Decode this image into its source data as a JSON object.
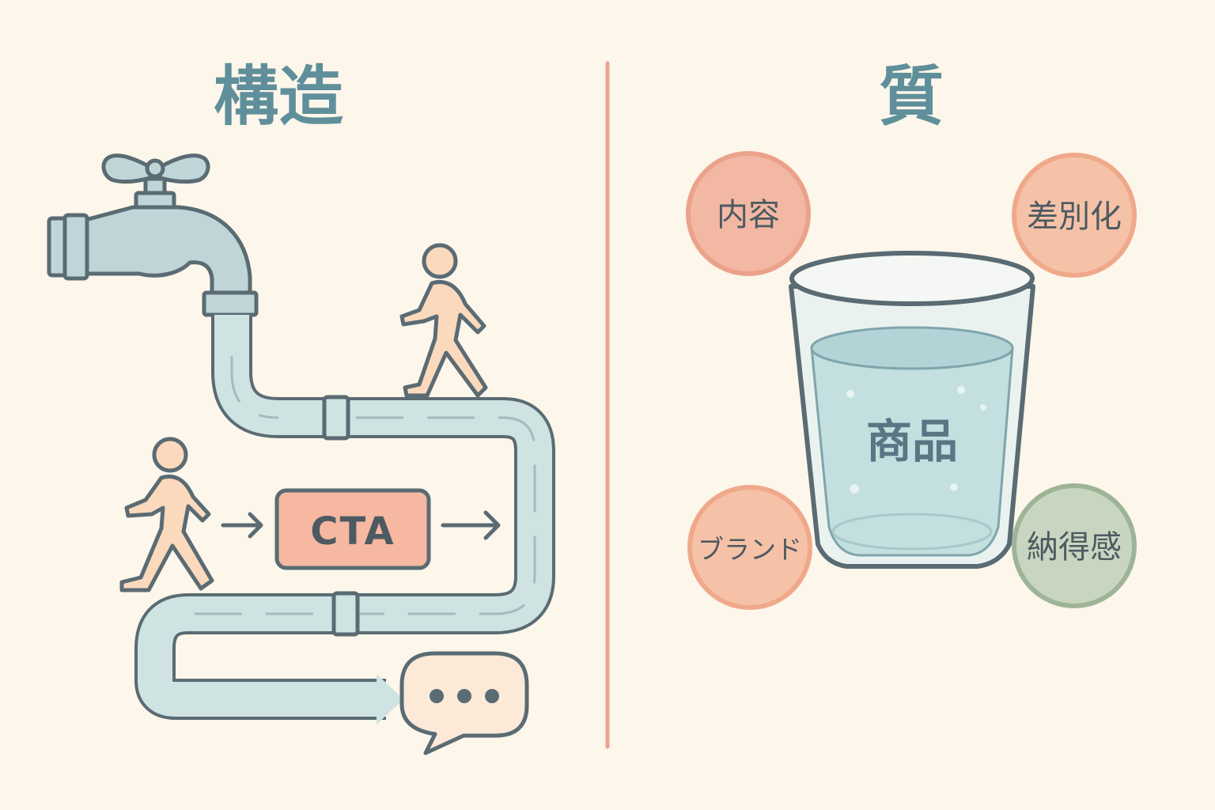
{
  "left": {
    "title": "構造",
    "cta_label": "CTA"
  },
  "right": {
    "title": "質",
    "center_label": "商品",
    "circles": [
      {
        "label": "内容",
        "color": "#f3b8a3"
      },
      {
        "label": "差別化",
        "color": "#f6c2a7"
      },
      {
        "label": "ブランド",
        "color": "#f6c2a7"
      },
      {
        "label": "納得感",
        "color": "#c8d6c1"
      }
    ]
  },
  "colors": {
    "background": "#fdf6ea",
    "title": "#5f8f9b",
    "outline": "#5a6b73",
    "pipe_fill": "#cfe3e3",
    "divider": "#e7a58f",
    "cta_fill": "#f6b8a0",
    "figure_fill": "#fad9bc",
    "water_fill": "#c3dfdf"
  },
  "icons": [
    "faucet-icon",
    "walking-person-icon",
    "walking-person-icon",
    "speech-bubble-icon",
    "arrow-right-icon",
    "drinking-glass-icon"
  ]
}
